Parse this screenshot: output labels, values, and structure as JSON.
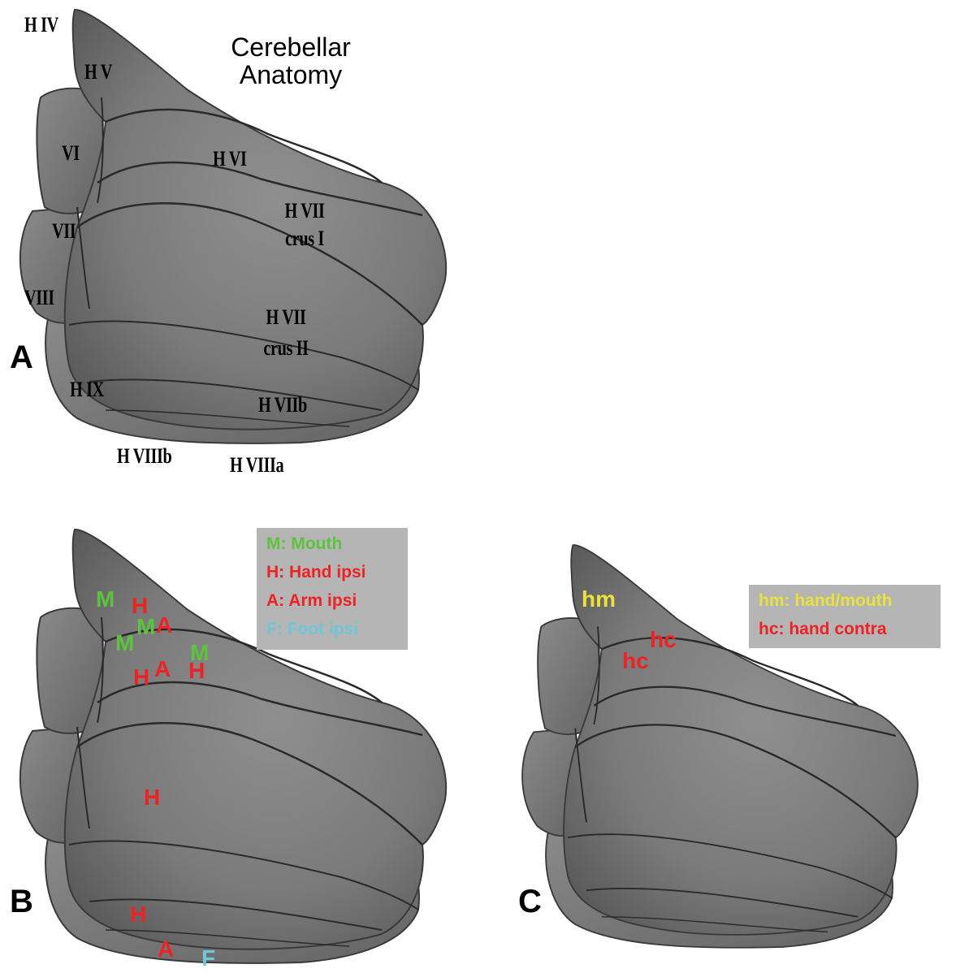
{
  "figure": {
    "panel_a": {
      "letter": "A",
      "title_line1": "Cerebellar",
      "title_line2": "Anatomy",
      "labels": {
        "h_iv": "H IV",
        "h_v": "H V",
        "vi": "VI",
        "h_vi": "H VI",
        "h_vii_crus_i_line1": "H VII",
        "h_vii_crus_i_line2": "crus I",
        "vii": "VII",
        "viii": "VIII",
        "h_vii_crus_ii_line1": "H VII",
        "h_vii_crus_ii_line2": "crus II",
        "h_ix": "H IX",
        "h_viiib_right": "H VIIb",
        "h_viiib_bottom": "H VIIIb",
        "h_viiia": "H VIIIa"
      }
    },
    "panel_b": {
      "letter": "B",
      "legend": [
        {
          "text": "M: Mouth",
          "color": "#5cc43a"
        },
        {
          "text": "H: Hand ipsi",
          "color": "#ee2222"
        },
        {
          "text": "A: Arm ipsi",
          "color": "#ee2222"
        },
        {
          "text": "F: Foot ipsi",
          "color": "#6fc8d8"
        }
      ],
      "markers": {
        "m": "M",
        "h": "H",
        "a": "A",
        "f": "F"
      }
    },
    "panel_c": {
      "letter": "C",
      "legend": [
        {
          "text": "hm: hand/mouth",
          "color": "#e8e23a"
        },
        {
          "text": "hc: hand contra",
          "color": "#ee2222"
        }
      ],
      "markers": {
        "hm": "hm",
        "hc": "hc"
      }
    },
    "colors": {
      "mouth": "#5cc43a",
      "hand": "#ee2222",
      "foot": "#6fc8d8",
      "hand_mouth": "#e8e23a",
      "surface": "#7c7c7c",
      "fissure": "#2a2a2a",
      "legend_bg": "#b5b5b5"
    }
  }
}
